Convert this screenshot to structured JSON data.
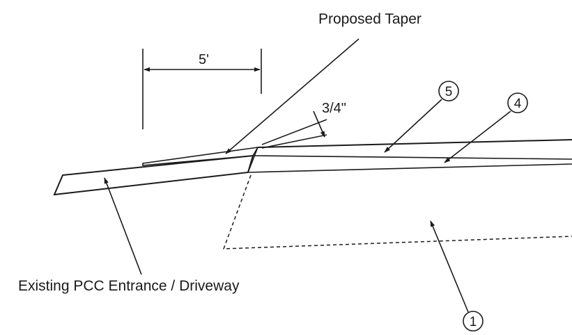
{
  "labels": {
    "proposed_taper": "Proposed Taper",
    "dimension_5ft": "5'",
    "dimension_3_4in": "3/4\"",
    "existing_pcc": "Existing PCC Entrance / Driveway"
  },
  "callouts": {
    "c1": "1",
    "c4": "4",
    "c5": "5"
  }
}
